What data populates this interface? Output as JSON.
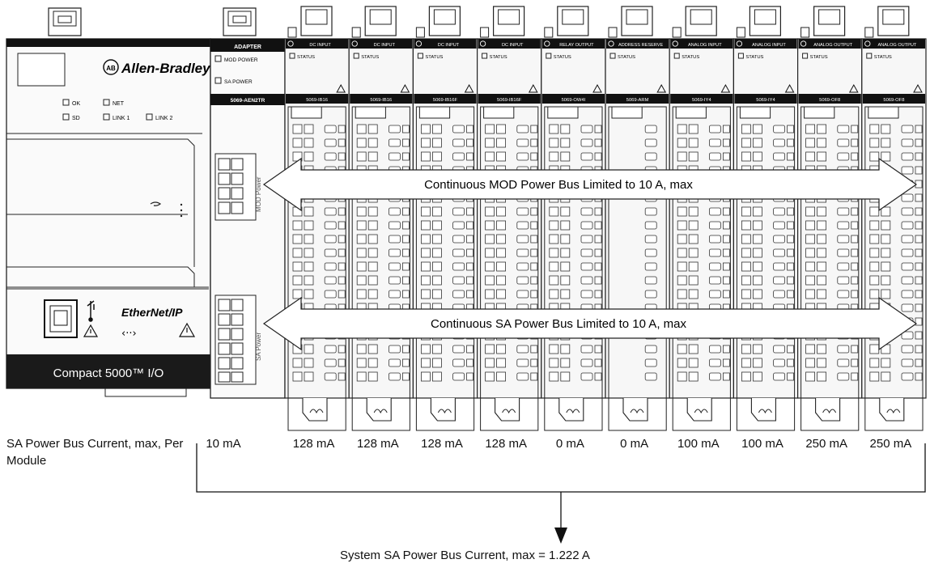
{
  "adapter": {
    "brand": "Allen-Bradley",
    "logo_text": "AB",
    "header_label": "ADAPTER",
    "power_labels": [
      "MOD POWER",
      "SA POWER"
    ],
    "catalog": "5069-AEN2TR",
    "status_labels": [
      "OK",
      "NET",
      "SD",
      "LINK 1",
      "LINK 2"
    ],
    "product_name": "Compact 5000™ I/O",
    "network_logo": "EtherNet/IP",
    "usb_icon": "usb-icon",
    "mod_power_terminal_label": "MOD Power",
    "sa_power_terminal_label": "SA Power"
  },
  "modules": [
    {
      "type": "DC INPUT",
      "catalog": "5069-IB16",
      "status": "STATUS",
      "sa_current": "128 mA"
    },
    {
      "type": "DC INPUT",
      "catalog": "5069-IB16",
      "status": "STATUS",
      "sa_current": "128 mA"
    },
    {
      "type": "DC INPUT",
      "catalog": "5069-IB16F",
      "status": "STATUS",
      "sa_current": "128 mA"
    },
    {
      "type": "DC INPUT",
      "catalog": "5069-IB16F",
      "status": "STATUS",
      "sa_current": "128 mA"
    },
    {
      "type": "RELAY OUTPUT",
      "catalog": "5069-OW4I",
      "status": "STATUS",
      "sa_current": "0 mA"
    },
    {
      "type": "ADDRESS RESERVE",
      "catalog": "5069-ARM",
      "status": "STATUS",
      "sa_current": "0 mA"
    },
    {
      "type": "ANALOG INPUT",
      "catalog": "5069-IY4",
      "status": "STATUS",
      "sa_current": "100 mA"
    },
    {
      "type": "ANALOG INPUT",
      "catalog": "5069-IY4",
      "status": "STATUS",
      "sa_current": "100 mA"
    },
    {
      "type": "ANALOG OUTPUT",
      "catalog": "5069-OF8",
      "status": "STATUS",
      "sa_current": "250 mA"
    },
    {
      "type": "ANALOG OUTPUT",
      "catalog": "5069-OF8",
      "status": "STATUS",
      "sa_current": "250 mA"
    }
  ],
  "bus": {
    "mod_power_text": "Continuous MOD Power Bus Limited to 10 A, max",
    "sa_power_text": "Continuous SA Power Bus Limited to 10 A, max"
  },
  "currents": {
    "row_label": "SA Power Bus Current, max, Per Module",
    "adapter_current": "10 mA",
    "total_text": "System SA Power Bus Current, max = 1.222 A"
  },
  "colors": {
    "line": "#1a1a1a",
    "module_fill": "#f7f7f7",
    "header_band": "#111111",
    "arrow_fill": "#ffffff"
  }
}
